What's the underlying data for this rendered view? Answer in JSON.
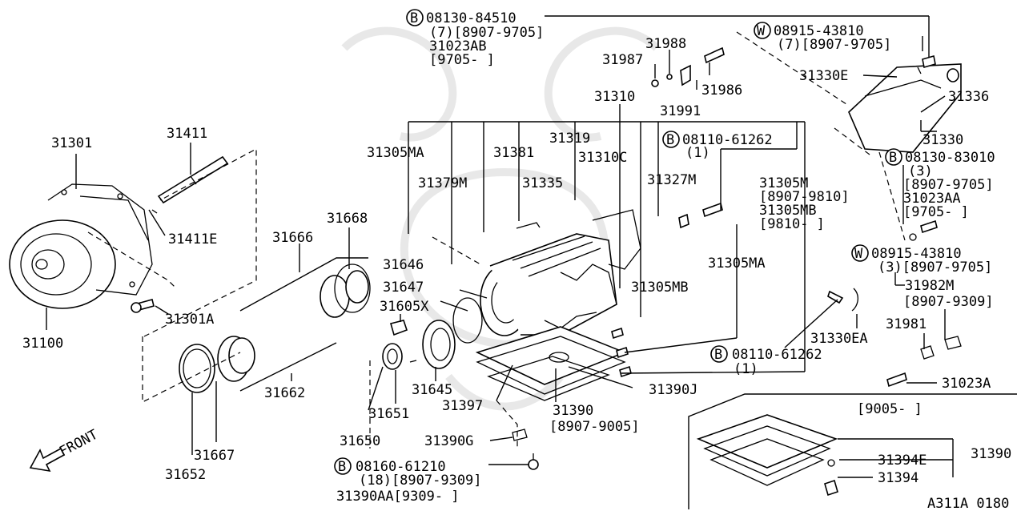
{
  "diagram_id": "A311A 0180",
  "front_label": "FRONT",
  "labels": {
    "b_08130_84510": "08130-84510",
    "l_7_8907_9705_a": "(7)[8907-9705]",
    "l_31023AB": "31023AB",
    "l_9705_a": "[9705-    ]",
    "w_08915_43810_a": "08915-43810",
    "l_7_8907_9705_b": "(7)[8907-9705]",
    "l_31988": "31988",
    "l_31987": "31987",
    "l_31986": "31986",
    "l_31991": "31991",
    "l_31330E": "31330E",
    "l_31336": "31336",
    "l_31330": "31330",
    "l_31310": "31310",
    "l_31319": "31319",
    "l_31310C": "31310C",
    "b_08110_61262_a": "08110-61262",
    "l_1_a": "(1)",
    "b_08130_83010": "08130-83010",
    "l_3_a": "(3)",
    "l_8907_9705_c": "[8907-9705]",
    "l_31023AA": "31023AA",
    "l_9705_b": "[9705-    ]",
    "l_31301": "31301",
    "l_31411": "31411",
    "l_31411E": "31411E",
    "l_31305MA_a": "31305MA",
    "l_31381": "31381",
    "l_31379M": "31379M",
    "l_31335": "31335",
    "l_31327M": "31327M",
    "l_31305M": "31305M",
    "l_8907_9810": "[8907-9810]",
    "l_31305MB_a": "31305MB",
    "l_9810": "[9810-    ]",
    "l_31668": "31668",
    "l_31666": "31666",
    "l_31646": "31646",
    "l_31647": "31647",
    "l_31605X": "31605X",
    "l_31305MA_b": "31305MA",
    "l_31305MB_b": "31305MB",
    "w_08915_43810_b": "08915-43810",
    "l_3_8907_9705": "(3)[8907-9705]",
    "l_31982M": "31982M",
    "l_8907_9309_a": "[8907-9309]",
    "l_31100": "31100",
    "l_31301A": "31301A",
    "l_31330EA": "31330EA",
    "l_31981": "31981",
    "b_08110_61262_b": "08110-61262",
    "l_1_b": "(1)",
    "l_31023A": "31023A",
    "l_31662": "31662",
    "l_31645": "31645",
    "l_31390J": "31390J",
    "l_31397": "31397",
    "l_31390_a": "31390",
    "l_8907_9005": "[8907-9005]",
    "l_9005": "[9005-    ]",
    "l_31651": "31651",
    "l_31650": "31650",
    "l_31390G": "31390G",
    "l_31667": "31667",
    "l_31652": "31652",
    "b_08160_61210": "08160-61210",
    "l_18_8907_9309": "(18)[8907-9309]",
    "l_31390AA": "31390AA[9309-    ]",
    "l_31394E": "31394E",
    "l_31390_b": "31390",
    "l_31394": "31394"
  },
  "markers": {
    "bolt_b": "B",
    "washer_w": "W"
  }
}
